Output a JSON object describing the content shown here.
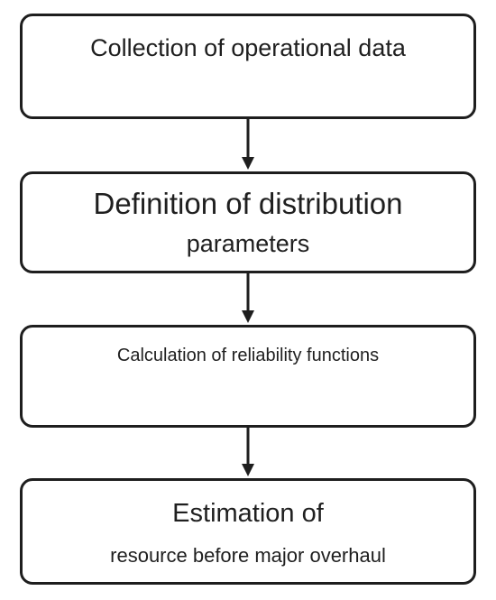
{
  "flowchart": {
    "steps": [
      {
        "lines": [
          "Collection of operational data"
        ]
      },
      {
        "lines": [
          "Definition of distribution",
          "parameters"
        ]
      },
      {
        "lines": [
          "Calculation of reliability functions"
        ]
      },
      {
        "lines": [
          "Estimation of",
          "resource before major overhaul"
        ]
      }
    ],
    "colors": {
      "border": "#1e1e1e",
      "text": "#1f1f1f",
      "background": "#ffffff"
    }
  }
}
